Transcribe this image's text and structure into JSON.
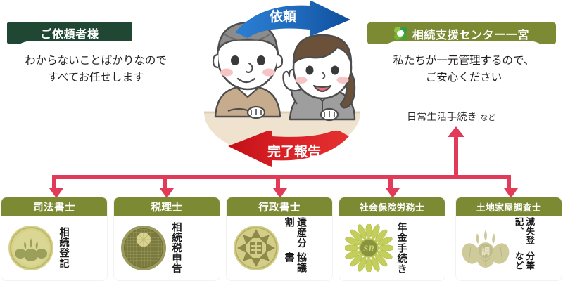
{
  "left_party": {
    "chip_label": "ご依頼者様",
    "chip_color": "#1f4733",
    "bubble_line1": "わからないことばかりなので",
    "bubble_line2": "すべてお任せします"
  },
  "right_party": {
    "chip_label": "相続支援センター一宮",
    "chip_color": "#7c8a33",
    "logo_icon": "clover-icon",
    "bubble_line1": "私たちが一元管理するので、",
    "bubble_line2": "ご安心ください"
  },
  "arrows": {
    "request_label": "依頼",
    "request_color": "#1d62ad",
    "report_label": "完了報告",
    "report_color": "#e02020"
  },
  "note": {
    "main": "日常生活手続き",
    "suffix": "など"
  },
  "connector": {
    "color": "#e23b5a"
  },
  "cards": [
    {
      "title": "司法書士",
      "seal_icon": "paulownia-seal-icon",
      "duty": "相続登記"
    },
    {
      "title": "税理士",
      "seal_icon": "grid-chrysanthemum-seal-icon",
      "duty_1": "相続税",
      "duty_2": "申告"
    },
    {
      "title": "行政書士",
      "seal_icon": "gyosei-star-seal-icon",
      "duty_1": "遺産分割",
      "duty_2": "協議書"
    },
    {
      "title": "社会保険労務士",
      "seal_icon": "sr-sunflower-seal-icon",
      "duty_1": "年金",
      "duty_2": "手続き"
    },
    {
      "title": "土地家屋調査士",
      "seal_icon": "tochi-leaf-seal-icon",
      "duty_1": "滅失登記、",
      "duty_2": "分筆など"
    }
  ]
}
